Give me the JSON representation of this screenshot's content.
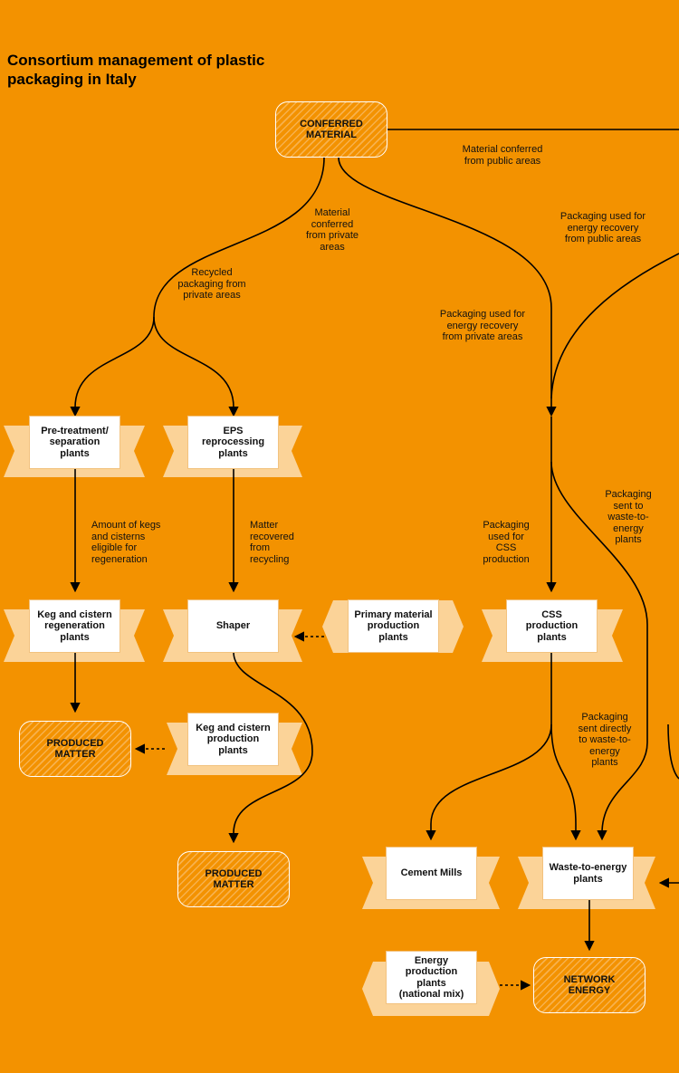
{
  "title": "Consortium management of plastic packaging in Italy",
  "colors": {
    "background": "#f39200",
    "ribbon_light": "#fbd398",
    "ribbon_mid": "#f8b35c",
    "box": "#ffffff",
    "line": "#000000"
  },
  "rounded": {
    "conferred_material": "CONFERRED MATERIAL",
    "produced_matter_left": "PRODUCED MATTER",
    "produced_matter_center": "PRODUCED MATTER",
    "network_energy": "NETWORK ENERGY"
  },
  "plants": {
    "pretreatment": "Pre-treatment/ separation plants",
    "eps": "EPS reprocessing plants",
    "keg_regeneration": "Keg and cistern regeneration plants",
    "shaper": "Shaper",
    "primary_material": "Primary material production plants",
    "css": "CSS production plants",
    "keg_production": "Keg and cistern production plants",
    "cement_mills": "Cement Mills",
    "wte": "Waste-to-energy plants",
    "energy_production": "Energy production plants (national mix)"
  },
  "flows": {
    "public_areas": "Material conferred from public areas",
    "private_areas": "Material conferred from private areas",
    "recycled_private": "Recycled packaging from private areas",
    "energy_public": "Packaging used for energy recovery from public areas",
    "energy_private": "Packaging used for energy recovery from private areas",
    "kegs_eligible": "Amount of kegs and cisterns eligible for regeneration",
    "matter_recovered": "Matter recovered from recycling",
    "css_production": "Packaging used for CSS production",
    "sent_wte": "Packaging sent to waste-to-energy plants",
    "sent_directly": "Packaging sent directly to waste-to-energy plants"
  }
}
